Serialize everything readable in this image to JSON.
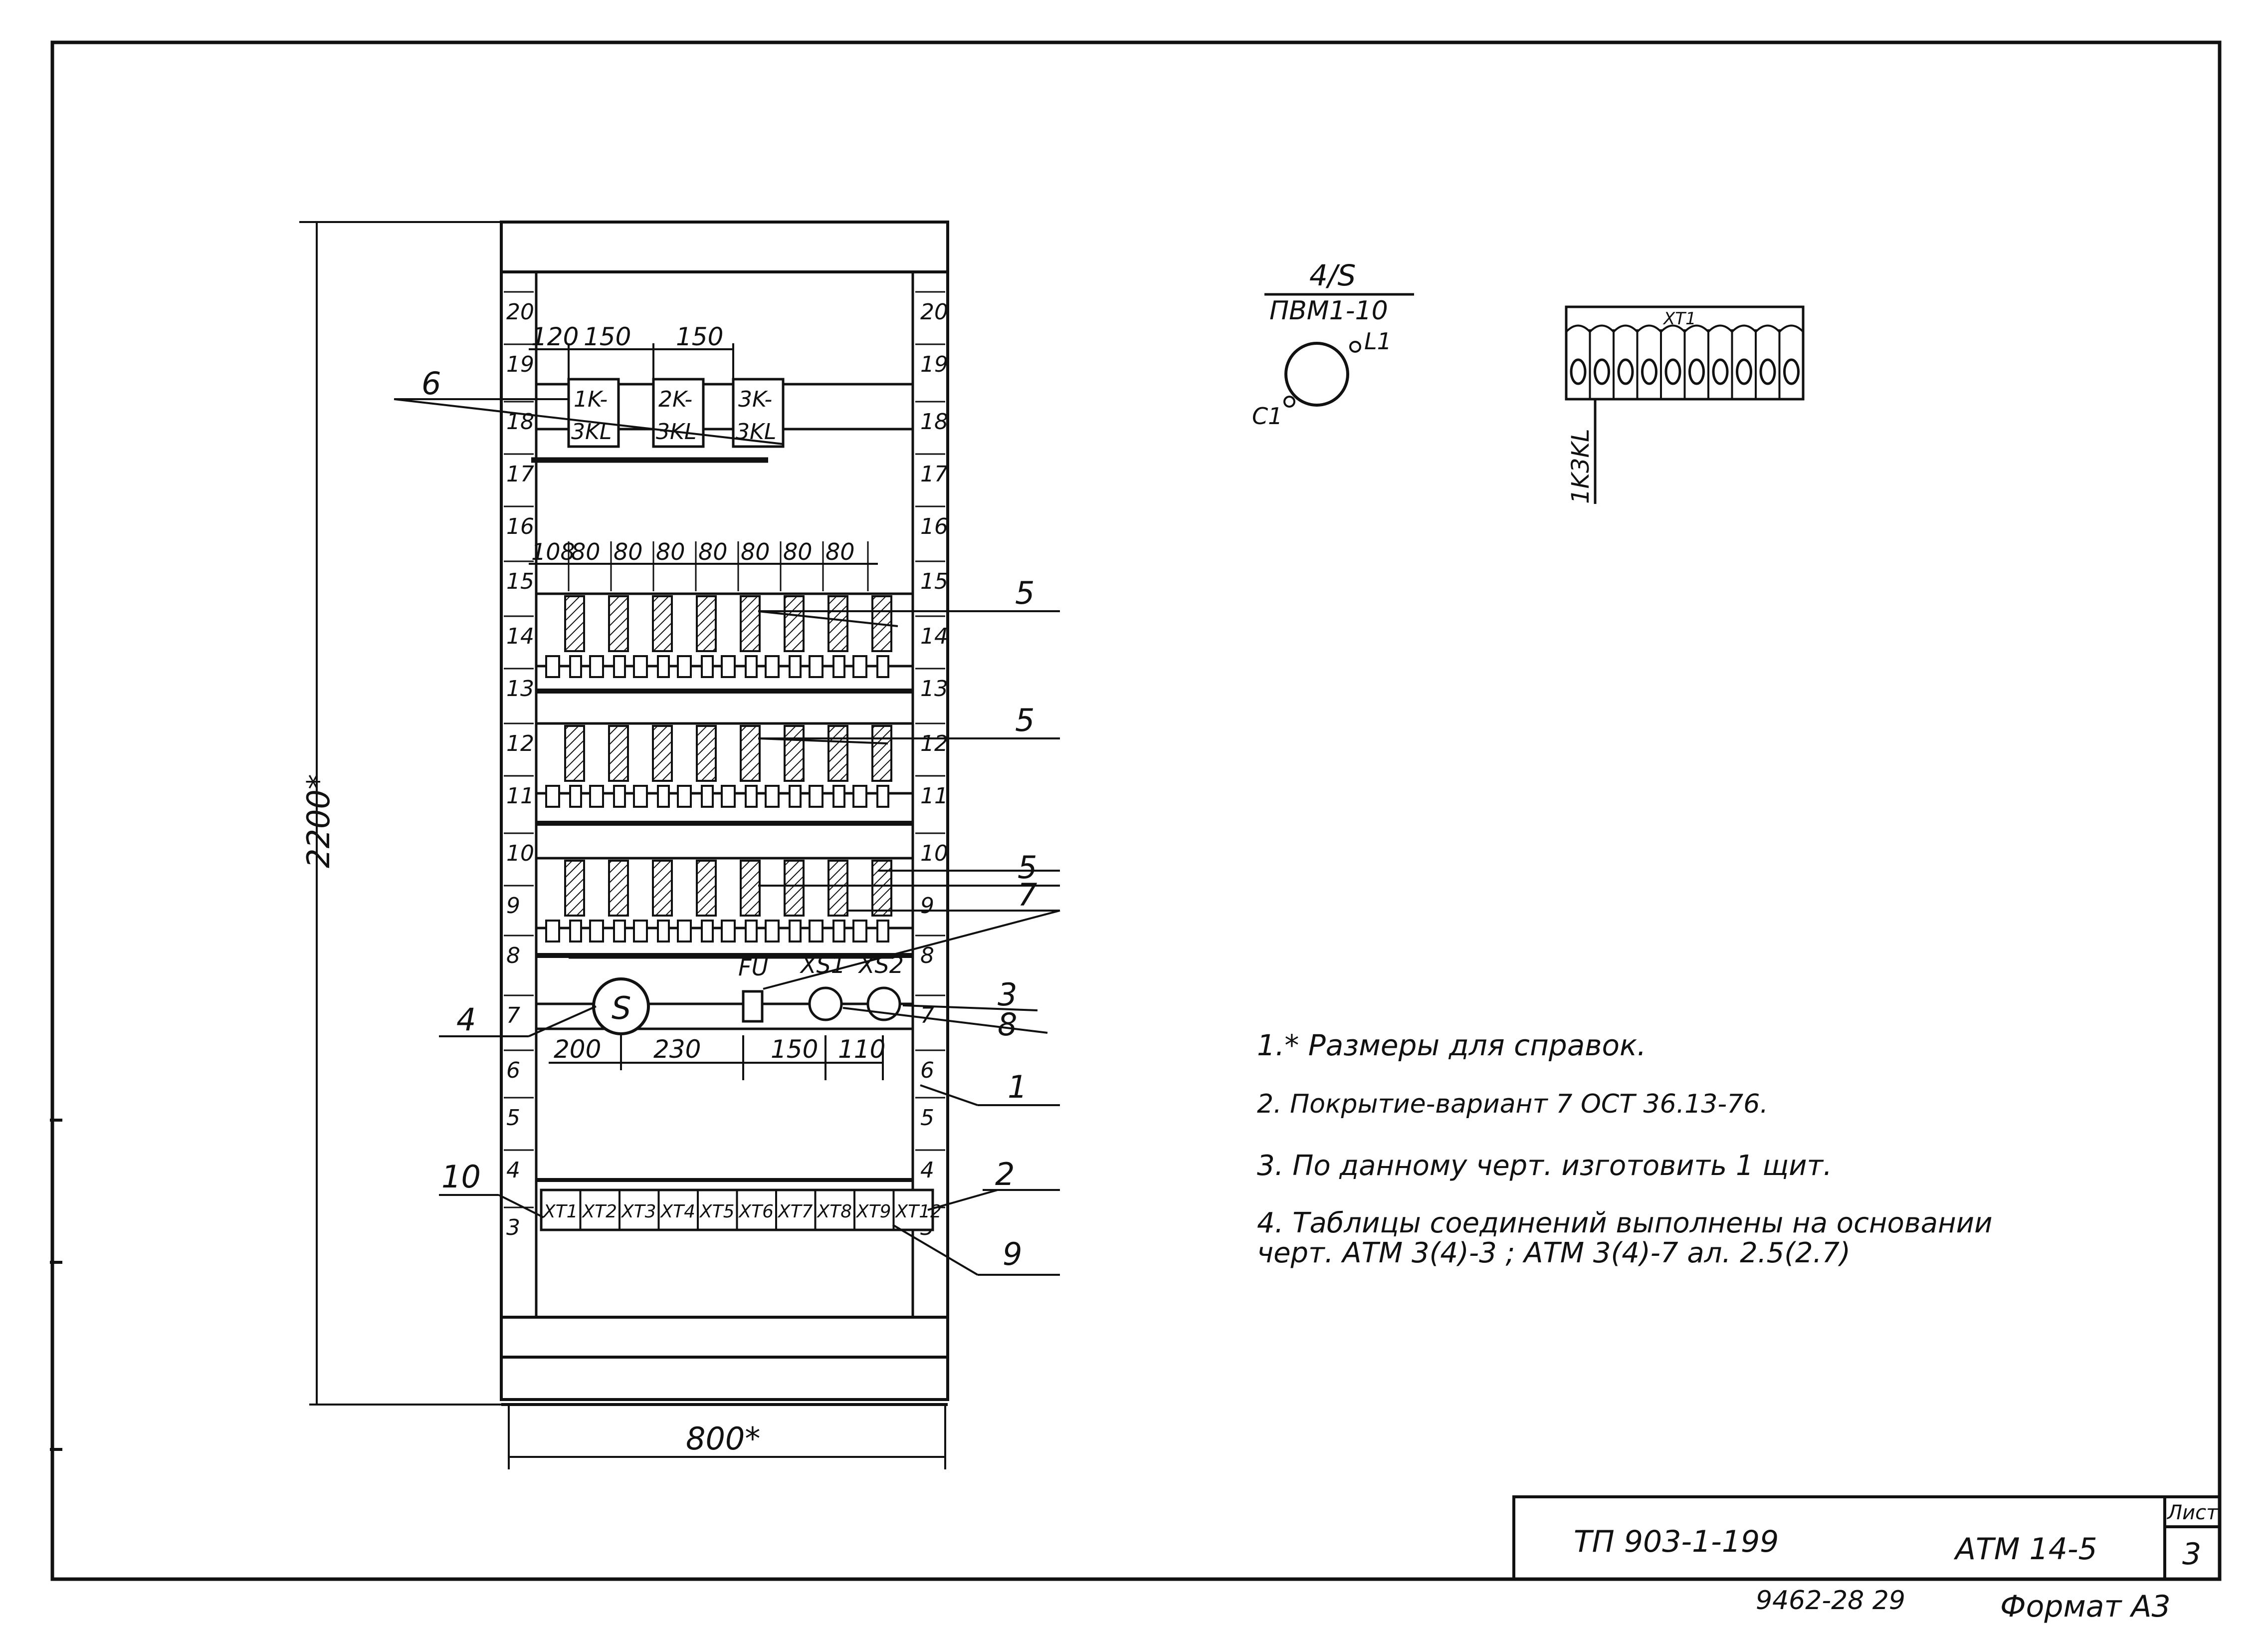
{
  "dimensions": {
    "height_label": "2200*",
    "width_label": "800*",
    "top_spacing": [
      "120",
      "150",
      "150"
    ],
    "breaker_spacing": [
      "108",
      "80",
      "80",
      "80",
      "80",
      "80",
      "80",
      "80"
    ],
    "bottom_spacing": [
      "200",
      "230",
      "150",
      "110"
    ]
  },
  "rail_numbers": [
    "20",
    "19",
    "18",
    "17",
    "16",
    "15",
    "14",
    "13",
    "12",
    "11",
    "10",
    "9",
    "8",
    "7",
    "6",
    "5",
    "4",
    "3"
  ],
  "top_devices": [
    {
      "top": "1K-",
      "bottom": "3KL"
    },
    {
      "top": "2K-",
      "bottom": "3KL"
    },
    {
      "top": "3K-",
      "bottom": "3KL"
    }
  ],
  "row7_labels": {
    "fuse": "FU",
    "socket1": "XS1",
    "socket2": "XS2",
    "switch": "S"
  },
  "terminal_blocks": [
    "XT1",
    "XT2",
    "XT3",
    "XT4",
    "XT5",
    "XT6",
    "XT7",
    "XT8",
    "XT9",
    "XT12"
  ],
  "callouts": {
    "c1": "1",
    "c2": "2",
    "c3": "3",
    "c4": "4",
    "c5a": "5",
    "c5b": "5",
    "c5c": "5",
    "c6": "6",
    "c7": "7",
    "c8": "8",
    "c9": "9",
    "c10": "10"
  },
  "switch_detail": {
    "fraction_top": "4/S",
    "fraction_bottom": "ПВМ1-10",
    "pin1": "L1",
    "pin2": "C1"
  },
  "terminal_detail": {
    "top_label": "XT1",
    "side_label": "1K3KL"
  },
  "notes": [
    "1.* Размеры для справок.",
    "2. Покрытие-вариант 7 ОСТ 36.13-76.",
    "3. По данному черт. изготовить 1 щит.",
    "4. Таблицы соединений выполнены на основании",
    "черт. АТМ 3(4)-3 ; АТМ 3(4)-7 ал. 2.5(2.7)"
  ],
  "title_block": {
    "project": "ТП 903-1-199",
    "drawing": "АТМ 14-5",
    "sheet_label": "Лист",
    "sheet_number": "3",
    "inventory": "9462-28 29",
    "format": "Формат А3"
  }
}
